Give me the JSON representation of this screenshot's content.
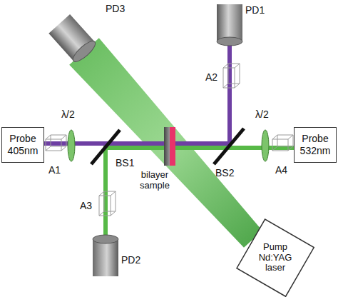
{
  "diagram": {
    "nodes": [
      {
        "text": [
          "Probe 405nm"
        ]
      },
      {
        "text": [
          "Probe 532nm"
        ]
      },
      {
        "text": [
          "Pump Nd:YAG laser"
        ]
      }
    ],
    "labels": [
      "PD3",
      "PD1",
      "A1",
      "λ/2",
      "BS1",
      "bilayer sample",
      "A2",
      "λ/2",
      "BS2",
      "A4",
      "A3",
      "PD2"
    ]
  }
}
